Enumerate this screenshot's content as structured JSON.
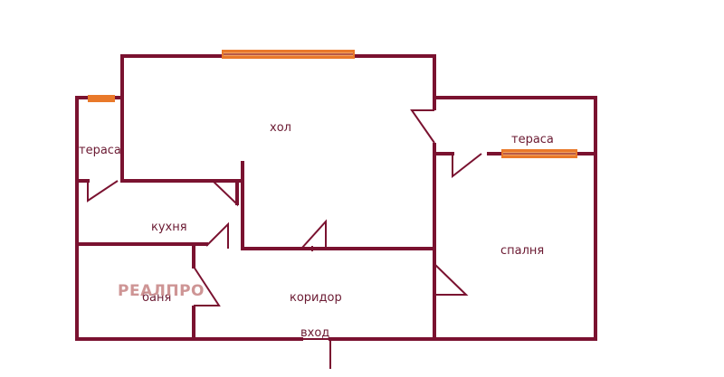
{
  "rooms": {
    "hall": "хол",
    "terrace_left": "тераса",
    "terrace_right": "тераса",
    "kitchen": "кухня",
    "bathroom": "баня",
    "corridor": "коридор",
    "bedroom": "спалня",
    "entrance": "вход"
  },
  "watermark": "РЕАЛПРО",
  "colors": {
    "wall": "#7a1230",
    "window": "#e9792a",
    "text": "#6b1a32"
  }
}
